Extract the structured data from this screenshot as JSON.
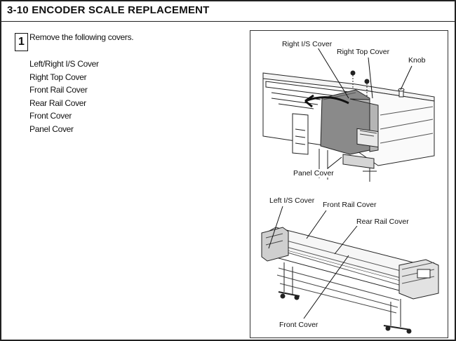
{
  "section": {
    "title": "3-10  ENCODER SCALE REPLACEMENT"
  },
  "step": {
    "number": "1",
    "instruction": "Remove the following covers.",
    "covers": [
      "Left/Right I/S Cover",
      "Right Top Cover",
      "Front Rail Cover",
      "Rear Rail Cover",
      "Front Cover",
      "Panel Cover"
    ]
  },
  "figure_top": {
    "labels": {
      "right_is_cover": "Right I/S Cover",
      "right_top_cover": "Right Top Cover",
      "knob": "Knob",
      "panel_cover": "Panel Cover"
    }
  },
  "figure_bottom": {
    "labels": {
      "left_is_cover": "Left I/S Cover",
      "front_rail_cover": "Front Rail Cover",
      "rear_rail_cover": "Rear Rail Cover",
      "front_cover": "Front Cover"
    }
  },
  "colors": {
    "cover_highlight": "#8a8a8a",
    "line": "#111111",
    "outline": "#222222"
  }
}
